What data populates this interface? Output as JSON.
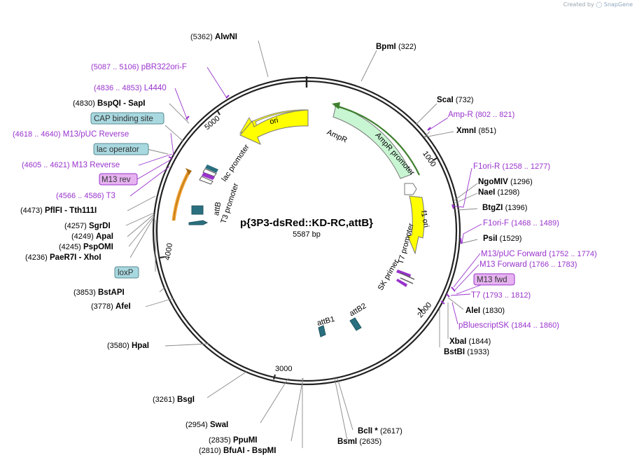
{
  "credit": {
    "prefix": "Created by",
    "brand": "SnapGene"
  },
  "map": {
    "title": "p{3P3-dsRed::KD-RC,attB}",
    "length": "5587 bp"
  },
  "ticks": [
    "1000",
    "2000",
    "3000",
    "4000",
    "5000"
  ],
  "features": {
    "ori": "ori",
    "ampr": "AmpR",
    "ampr_promoter": "AmpR promoter",
    "f1_ori": "f1 ori",
    "t7_promoter": "T7 promoter",
    "sk_primer": "SK primer",
    "attb2": "attB2",
    "attb1": "attB1",
    "attb": "attB",
    "t3_promoter": "T3 promoter",
    "lac_promoter": "lac promoter"
  },
  "sites": [
    {
      "name": "AlwNI",
      "pos": "(5362)"
    },
    {
      "name": "BpmI",
      "pos": "(322)"
    },
    {
      "name": "ScaI",
      "pos": "(732)"
    },
    {
      "name": "Amp-R",
      "pos": "(802 .. 821)"
    },
    {
      "name": "XmnI",
      "pos": "(851)"
    },
    {
      "name": "F1ori-R",
      "pos": "(1258 .. 1277)"
    },
    {
      "name": "NgoMIV",
      "pos": "(1296)"
    },
    {
      "name": "NaeI",
      "pos": "(1298)"
    },
    {
      "name": "BtgZI",
      "pos": "(1396)"
    },
    {
      "name": "F1ori-F",
      "pos": "(1468 .. 1489)"
    },
    {
      "name": "PsiI",
      "pos": "(1529)"
    },
    {
      "name": "M13/pUC Forward",
      "pos": "(1752 .. 1774)"
    },
    {
      "name": "M13 Forward",
      "pos": "(1766 .. 1783)"
    },
    {
      "name": "M13 fwd",
      "pos": ""
    },
    {
      "name": "T7",
      "pos": "(1793 .. 1812)"
    },
    {
      "name": "AleI",
      "pos": "(1830)"
    },
    {
      "name": "pBluescriptSK",
      "pos": "(1844 .. 1860)"
    },
    {
      "name": "XbaI",
      "pos": "(1844)"
    },
    {
      "name": "BstBI",
      "pos": "(1933)"
    },
    {
      "name": "BclI *",
      "pos": "(2617)"
    },
    {
      "name": "BsmI",
      "pos": "(2635)"
    },
    {
      "name": "PpuMI",
      "pos": "(2835)"
    },
    {
      "name": "BfuAI",
      "pos": "(2810)"
    },
    {
      "name": "BspMI",
      "pos": ""
    },
    {
      "name": "SwaI",
      "pos": "(2954)"
    },
    {
      "name": "BsgI",
      "pos": "(3261)"
    },
    {
      "name": "HpaI",
      "pos": "(3580)"
    },
    {
      "name": "AfeI",
      "pos": "(3778)"
    },
    {
      "name": "BstAPI",
      "pos": "(3853)"
    },
    {
      "name": "loxP",
      "pos": ""
    },
    {
      "name": "PaeR7I",
      "pos": "(4236)"
    },
    {
      "name": "XhoI",
      "pos": ""
    },
    {
      "name": "PspOMI",
      "pos": "(4245)"
    },
    {
      "name": "ApaI",
      "pos": "(4249)"
    },
    {
      "name": "SgrDI",
      "pos": "(4257)"
    },
    {
      "name": "PflFI",
      "pos": "(4473)"
    },
    {
      "name": "Tth111I",
      "pos": ""
    },
    {
      "name": "T3",
      "pos": "(4566 .. 4586)"
    },
    {
      "name": "M13 rev",
      "pos": ""
    },
    {
      "name": "M13 Reverse",
      "pos": "(4605 .. 4621)"
    },
    {
      "name": "lac operator",
      "pos": ""
    },
    {
      "name": "M13/pUC Reverse",
      "pos": "(4618 .. 4640)"
    },
    {
      "name": "CAP binding site",
      "pos": ""
    },
    {
      "name": "BspQI",
      "pos": "(4830)"
    },
    {
      "name": "SapI",
      "pos": ""
    },
    {
      "name": "L4440",
      "pos": "(4836 .. 4853)"
    },
    {
      "name": "pBR322ori-F",
      "pos": "(5087 .. 5106)"
    }
  ],
  "colors": {
    "backbone": "#222222",
    "ori": "#ffff00",
    "ampr": "#c8f5d2",
    "ampr_line": "#6aa84f",
    "f1": "#ffff00",
    "primer": "#9933cc",
    "site": "#111111",
    "box_blue": "#a8d8e0",
    "box_purple": "#e6b3f0",
    "attb": "#2a6f7f",
    "orange": "#f0a030"
  }
}
